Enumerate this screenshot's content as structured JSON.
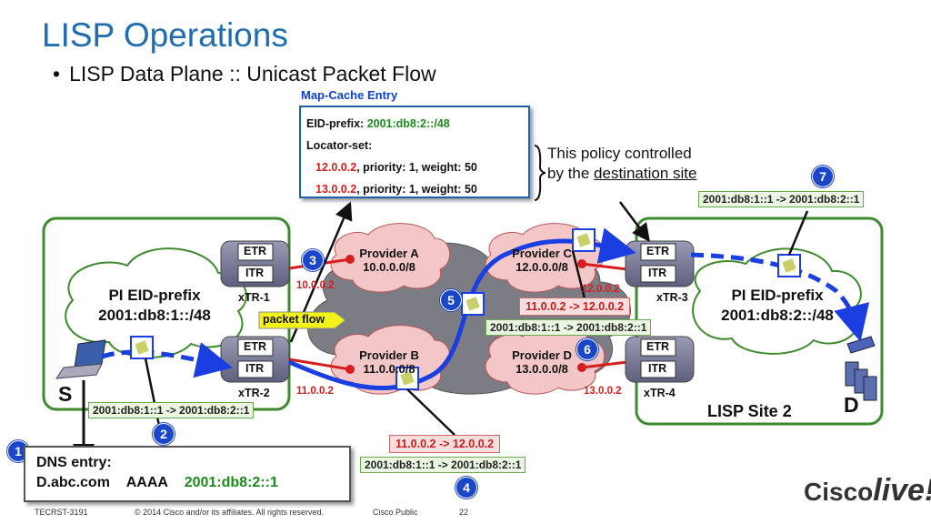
{
  "title": "LISP Operations",
  "subtitle": "LISP Data Plane :: Unicast Packet Flow",
  "map_cache": {
    "label": "Map-Cache Entry",
    "eid_key": "EID-prefix:",
    "eid_val": "2001:db8:2::/48",
    "locset": "Locator-set:",
    "loc1_ip": "12.0.0.2",
    "loc1_rest": ", priority: 1, weight: 50",
    "loc2_ip": "13.0.0.2",
    "loc2_rest": ", priority: 1, weight: 50"
  },
  "policy": {
    "line1": "This policy controlled",
    "line2_pre": "by the ",
    "line2_u": "destination site"
  },
  "site1": {
    "eid_label": "PI EID-prefix",
    "eid_prefix": "2001:db8:1::/48",
    "host": "S"
  },
  "site2": {
    "eid_label": "PI EID-prefix",
    "eid_prefix": "2001:db8:2::/48",
    "host": "D",
    "name": "LISP Site 2"
  },
  "routers": {
    "xtr1": {
      "name": "xTR-1",
      "etr": "ETR",
      "itr": "ITR",
      "ip": "10.0.0.2"
    },
    "xtr2": {
      "name": "xTR-2",
      "etr": "ETR",
      "itr": "ITR",
      "ip": "11.0.0.2"
    },
    "xtr3": {
      "name": "xTR-3",
      "etr": "ETR",
      "itr": "ITR",
      "ip": "12.0.0.2"
    },
    "xtr4": {
      "name": "xTR-4",
      "etr": "ETR",
      "itr": "ITR",
      "ip": "13.0.0.2"
    }
  },
  "providers": {
    "a": {
      "name": "Provider A",
      "net": "10.0.0.0/8"
    },
    "b": {
      "name": "Provider B",
      "net": "11.0.0.0/8"
    },
    "c": {
      "name": "Provider C",
      "net": "12.0.0.0/8"
    },
    "d": {
      "name": "Provider D",
      "net": "13.0.0.0/8"
    }
  },
  "packet_flow": "packet flow",
  "tags": {
    "inner_s2": "2001:db8:1::1 -> 2001:db8:2::1",
    "inner_s4": "2001:db8:1::1 -> 2001:db8:2::1",
    "outer_s4": "11.0.0.2 -> 12.0.0.2",
    "outer_s5": "11.0.0.2 -> 12.0.0.2",
    "inner_s5": "2001:db8:1::1 -> 2001:db8:2::1",
    "inner_s7": "2001:db8:1::1 -> 2001:db8:2::1"
  },
  "steps": [
    "1",
    "2",
    "3",
    "4",
    "5",
    "6",
    "7"
  ],
  "dns": {
    "title": "DNS entry:",
    "host": "D.abc.com",
    "type": "AAAA",
    "addr": "2001:db8:2::1"
  },
  "footer": {
    "code": "TECRST-3191",
    "copyright": "© 2014 Cisco and/or its affiliates. All rights reserved.",
    "class": "Cisco Public",
    "page": "22"
  },
  "logo": {
    "brand": "Cisco",
    "event": "live!"
  },
  "colors": {
    "title": "#1f6cb0",
    "step_badge": "#1a47c9",
    "flow_path": "#1a3ee0",
    "site_border": "#3e8a2e",
    "locator": "#d51e1e",
    "eid": "#1c8a1c"
  }
}
